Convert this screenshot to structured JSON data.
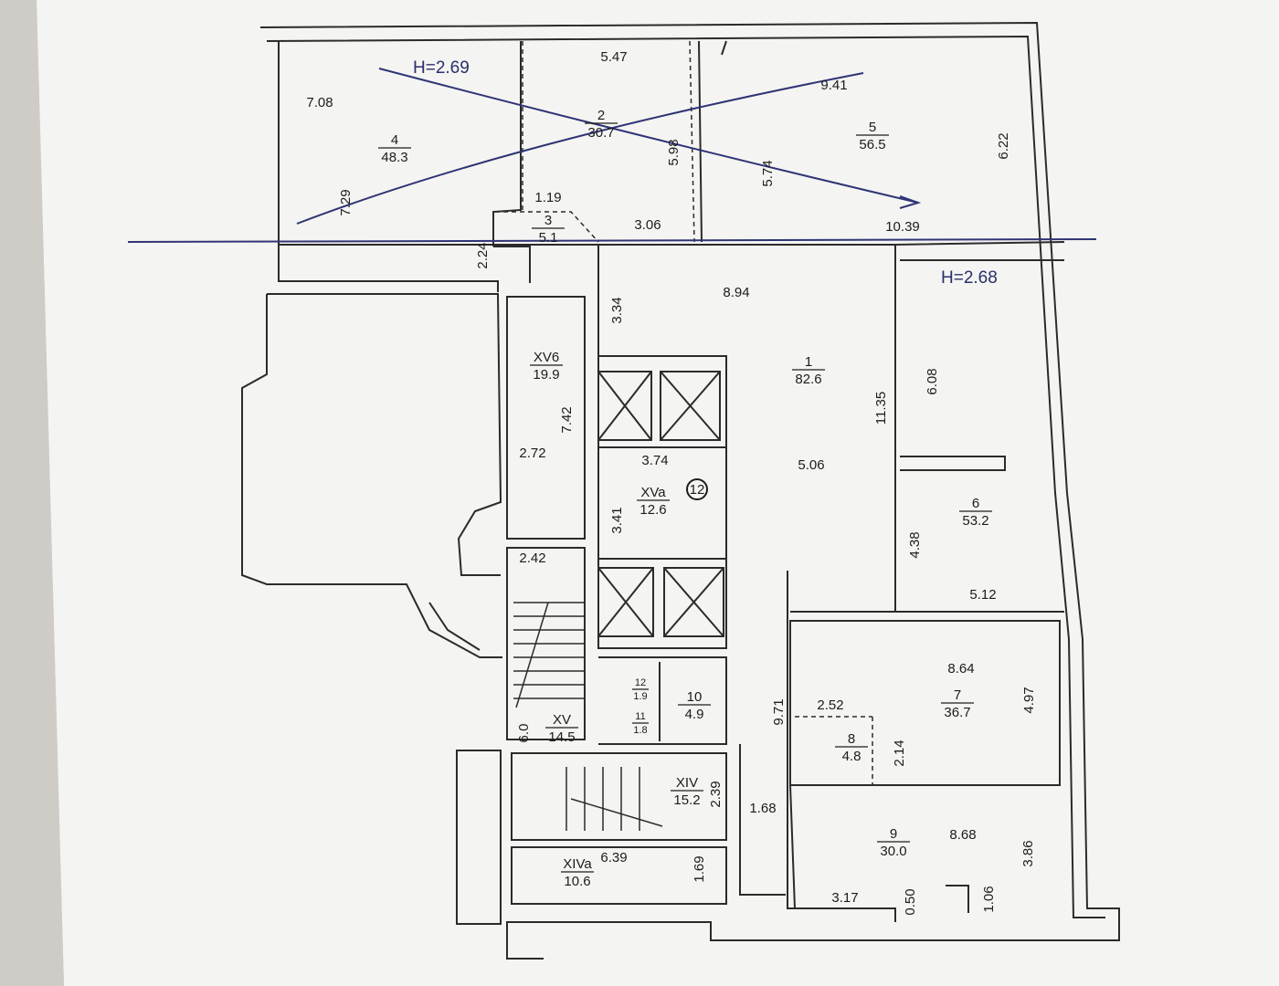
{
  "plan": {
    "ceiling_heights": [
      "H=2.69",
      "H=2.68"
    ],
    "rooms": [
      {
        "id": "room-4",
        "number": "4",
        "area": "48.3"
      },
      {
        "id": "room-2",
        "number": "2",
        "area": "30.7"
      },
      {
        "id": "room-5",
        "number": "5",
        "area": "56.5"
      },
      {
        "id": "room-3",
        "number": "3",
        "area": "5.1"
      },
      {
        "id": "room-1",
        "number": "1",
        "area": "82.6"
      },
      {
        "id": "room-6",
        "number": "6",
        "area": "53.2"
      },
      {
        "id": "room-7",
        "number": "7",
        "area": "36.7"
      },
      {
        "id": "room-8",
        "number": "8",
        "area": "4.8"
      },
      {
        "id": "room-9",
        "number": "9",
        "area": "30.0"
      },
      {
        "id": "room-10",
        "number": "10",
        "area": "4.9"
      },
      {
        "id": "room-12",
        "number": "12",
        "area": "1.9"
      },
      {
        "id": "room-11",
        "number": "11",
        "area": "1.8"
      },
      {
        "id": "room-xv6",
        "number": "XV6",
        "area": "19.9"
      },
      {
        "id": "room-xva",
        "number": "XVa",
        "area": "12.6"
      },
      {
        "id": "room-xv",
        "number": "XV",
        "area": "14.5"
      },
      {
        "id": "room-xiv",
        "number": "XIV",
        "area": "15.2"
      },
      {
        "id": "room-xiva",
        "number": "XIVa",
        "area": "10.6"
      }
    ],
    "circled_marker": "12",
    "dimensions": [
      "7.08",
      "5.47",
      "9.41",
      "7.29",
      "5.98",
      "5.74",
      "6.22",
      "1.19",
      "3.06",
      "10.39",
      "2.24",
      "3.34",
      "8.94",
      "6.08",
      "11.35",
      "7.42",
      "2.72",
      "3.74",
      "5.06",
      "3.41",
      "4.38",
      "2.42",
      "5.12",
      "8.64",
      "4.97",
      "2.52",
      "9.71",
      "2.14",
      "6.0",
      "2.39",
      "1.68",
      "8.68",
      "3.86",
      "6.39",
      "1.69",
      "3.17",
      "0.50",
      "1.06"
    ]
  }
}
